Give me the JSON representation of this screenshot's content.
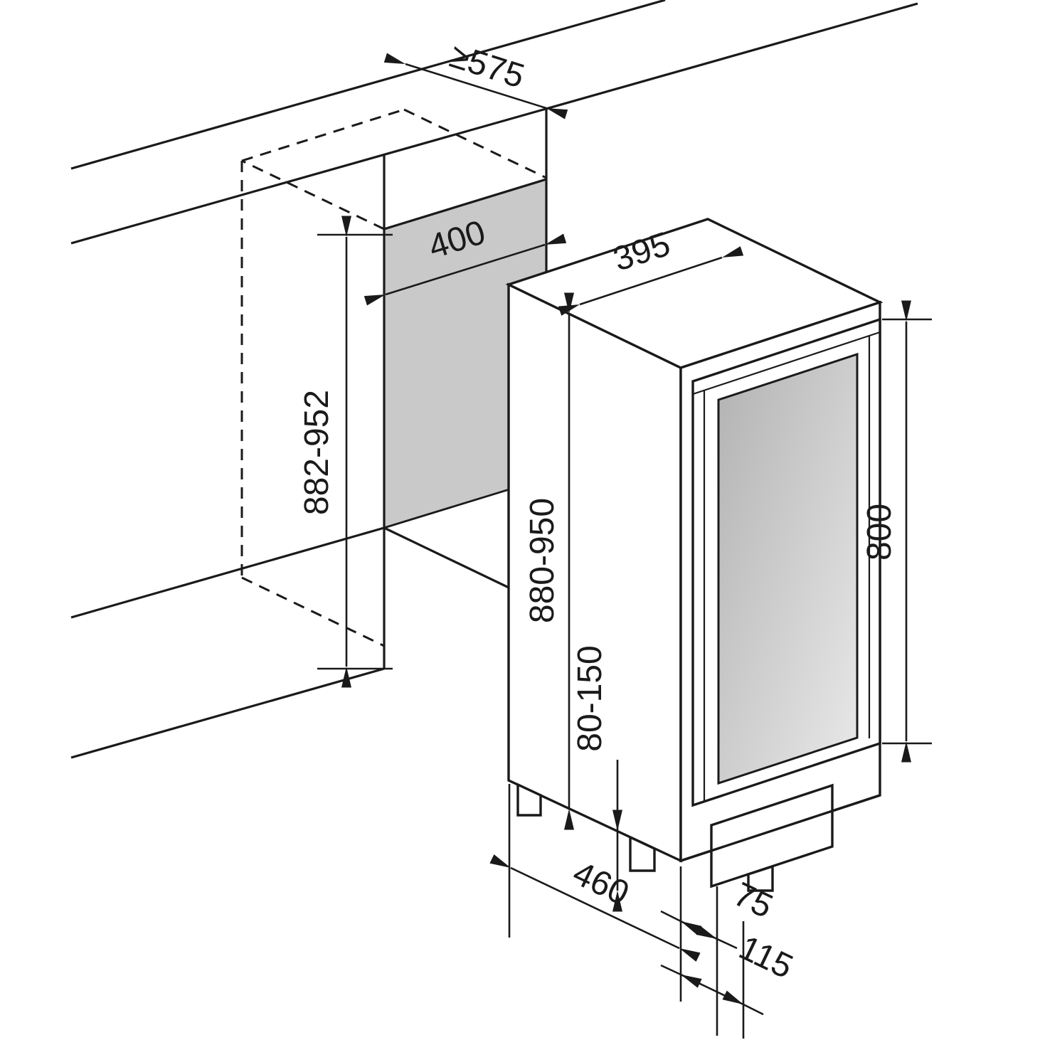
{
  "figure": {
    "type": "appliance-installation-dimension-diagram",
    "background": "#ffffff",
    "line_color": "#1a1a1a",
    "niche_panel_color": "#c9c9c9",
    "glass_gradient": {
      "from": "#b2b2b2",
      "to": "#e9e9e9"
    },
    "dimensions": {
      "worktop_depth": "≥575",
      "niche_width": "400",
      "niche_height": "882-952",
      "appliance_width": "395",
      "appliance_height": "880-950",
      "plinth_height": "80-150",
      "door_height": "800",
      "appliance_depth": "460",
      "door_offset": "75",
      "front_offset": "115"
    }
  }
}
